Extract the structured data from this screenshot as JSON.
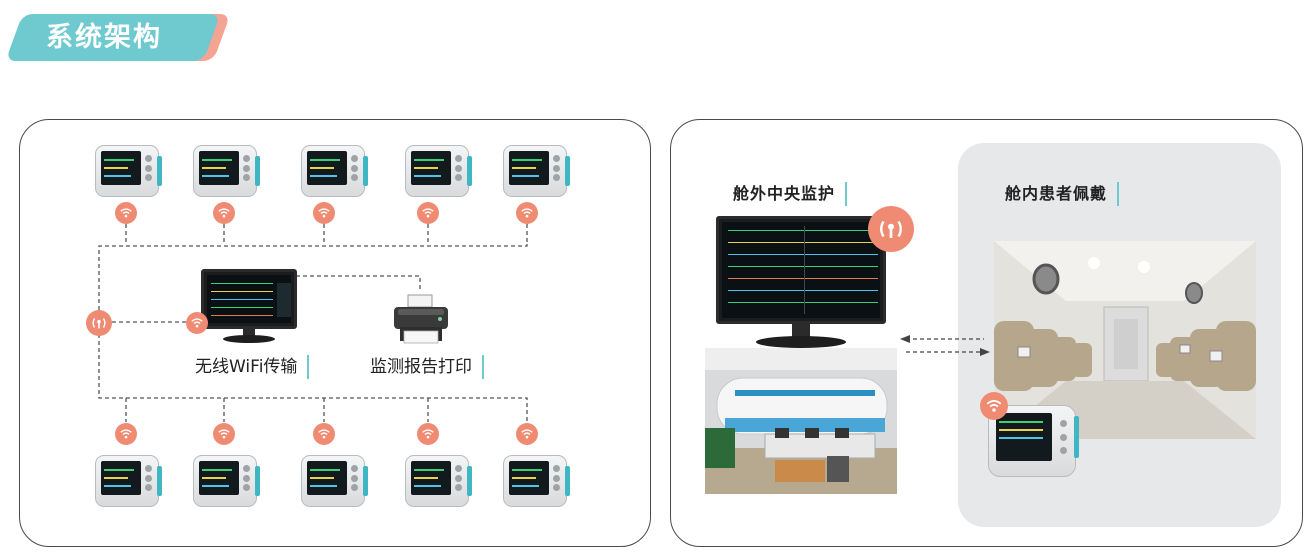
{
  "header": {
    "title": "系统架构"
  },
  "left_panel": {
    "wifi_label": "无线WiFi传输",
    "print_label": "监测报告打印"
  },
  "right_panel": {
    "central_label": "舱外中央监护",
    "patient_label": "舱内患者佩戴"
  },
  "colors": {
    "tag_teal": "#6fcad0",
    "tag_salmon": "#f5a393",
    "wifi_badge": "#f08b73",
    "label_bar": "#6fcad0"
  },
  "icons": [
    "wifi-icon",
    "antenna-icon",
    "printer-icon",
    "monitor-icon",
    "patient-monitor-icon"
  ]
}
